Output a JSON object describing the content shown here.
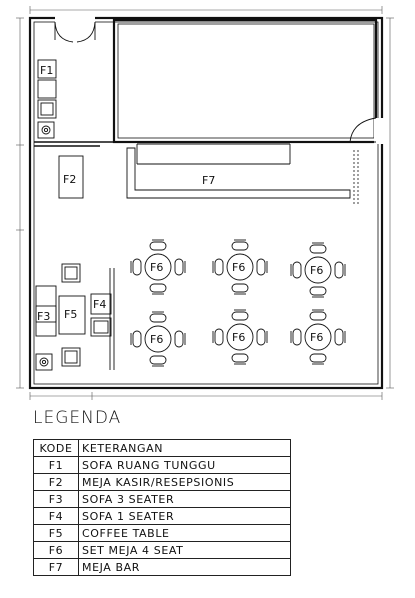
{
  "plan": {
    "labels": {
      "F1": "F1",
      "F2": "F2",
      "F3": "F3",
      "F4": "F4",
      "F5": "F5",
      "F6": "F6",
      "F7": "F7"
    }
  },
  "legend": {
    "title": "LEGENDA",
    "headers": {
      "code": "KODE",
      "description": "KETERANGAN"
    },
    "rows": [
      {
        "code": "F1",
        "description": "SOFA RUANG TUNGGU"
      },
      {
        "code": "F2",
        "description": "MEJA KASIR/RESEPSIONIS"
      },
      {
        "code": "F3",
        "description": "SOFA 3 SEATER"
      },
      {
        "code": "F4",
        "description": "SOFA 1 SEATER"
      },
      {
        "code": "F5",
        "description": "COFFEE TABLE"
      },
      {
        "code": "F6",
        "description": "SET MEJA 4 SEAT"
      },
      {
        "code": "F7",
        "description": "MEJA BAR"
      }
    ]
  }
}
